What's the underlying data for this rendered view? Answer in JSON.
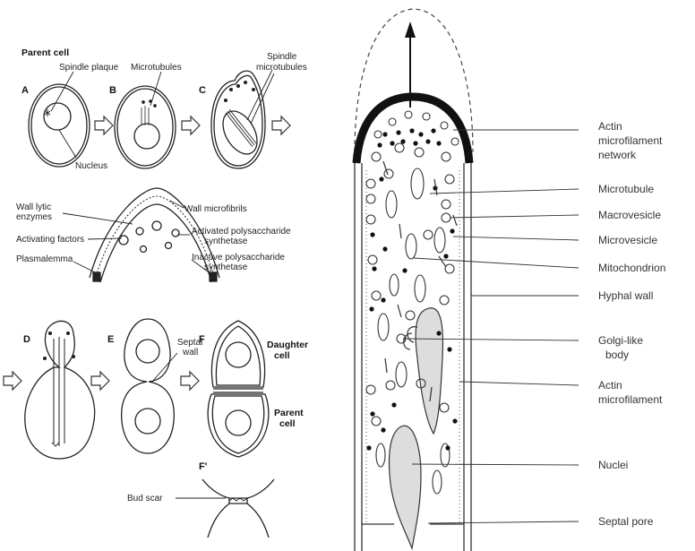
{
  "left_panel": {
    "parent_cell_heading": "Parent cell",
    "panel_letters": [
      "A",
      "B",
      "C",
      "D",
      "E",
      "F",
      "F'"
    ],
    "labels": {
      "spindle_plaque": "Spindle plaque",
      "microtubules": "Microtubules",
      "spindle_microtubules_1": "Spindle",
      "spindle_microtubules_2": "microtubules",
      "nucleus": "Nucleus",
      "wall_lytic_1": "Wall lytic",
      "wall_lytic_2": "enzymes",
      "wall_microfibrils": "Wall microfibrils",
      "activating_factors": "Activating factors",
      "activated_synthetase_1": "Activated polysaccharide",
      "activated_synthetase_2": "synthetase",
      "plasmalemma": "Plasmalemma",
      "inactive_synthetase_1": "Inactive polysaccharide",
      "inactive_synthetase_2": "synthetase",
      "septal_wall_1": "Septal",
      "septal_wall_2": "wall",
      "daughter_cell_1": "Daughter",
      "daughter_cell_2": "cell",
      "parent_cell_1": "Parent",
      "parent_cell_2": "cell",
      "bud_scar": "Bud scar"
    }
  },
  "right_panel": {
    "labels": [
      {
        "key": "actin_network",
        "lines": [
          "Actin",
          "microfilament",
          "network"
        ]
      },
      {
        "key": "microtubule",
        "lines": [
          "Microtubule"
        ]
      },
      {
        "key": "macrovesicle",
        "lines": [
          "Macrovesicle"
        ]
      },
      {
        "key": "microvesicle",
        "lines": [
          "Microvesicle"
        ]
      },
      {
        "key": "mitochondrion",
        "lines": [
          "Mitochondrion"
        ]
      },
      {
        "key": "hyphal_wall",
        "lines": [
          "Hyphal wall"
        ]
      },
      {
        "key": "golgi",
        "lines": [
          "Golgi-like",
          "body"
        ]
      },
      {
        "key": "actin_microfilament",
        "lines": [
          "Actin",
          "microfilament"
        ]
      },
      {
        "key": "nuclei",
        "lines": [
          "Nuclei"
        ]
      },
      {
        "key": "septal_pore",
        "lines": [
          "Septal pore"
        ]
      }
    ]
  }
}
